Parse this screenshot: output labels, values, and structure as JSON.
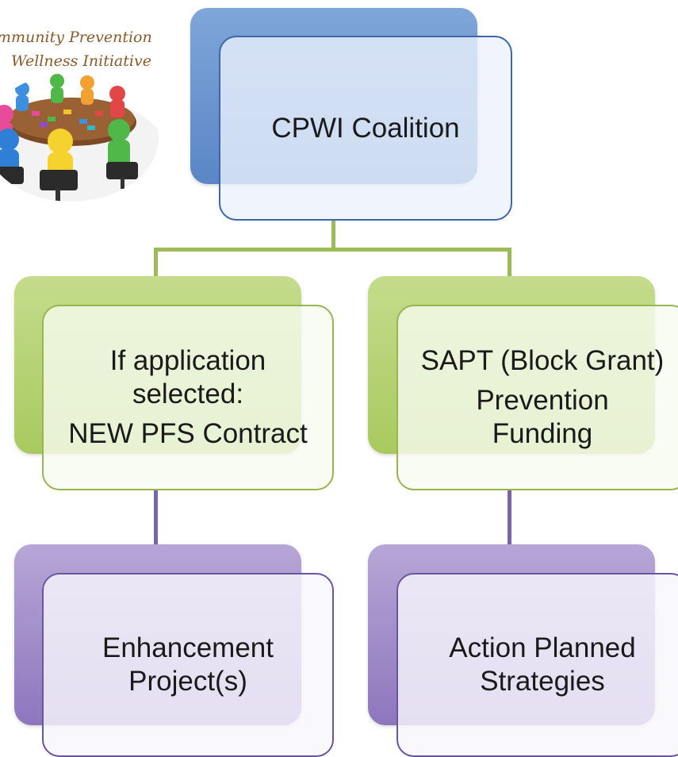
{
  "logo": {
    "line1": "mmunity Prevention",
    "line2": "Wellness Initiative"
  },
  "nodes": {
    "root": {
      "label": "CPWI Coalition"
    },
    "left_mid": {
      "lines": [
        "If application",
        "selected:",
        "NEW PFS Contract"
      ]
    },
    "right_mid": {
      "lines": [
        "SAPT (Block Grant)",
        "Prevention",
        "Funding"
      ]
    },
    "left_bottom": {
      "lines": [
        "Enhancement",
        "Project(s)"
      ]
    },
    "right_bottom": {
      "lines": [
        "Action Planned",
        "Strategies"
      ]
    }
  },
  "colors": {
    "blue": "#3e66a8",
    "green": "#97b64f",
    "purple": "#6a55a0"
  }
}
